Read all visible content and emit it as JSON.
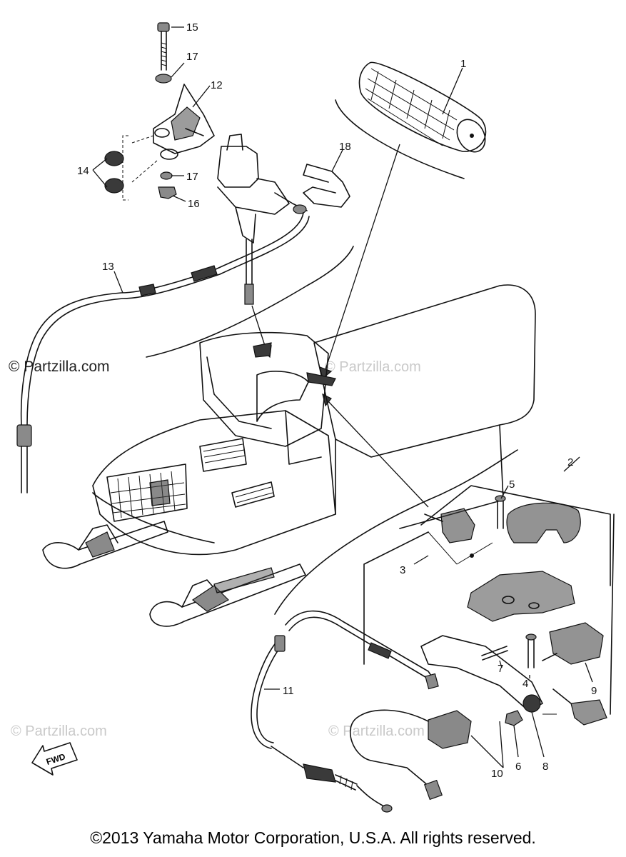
{
  "copyright": "©2013 Yamaha Motor Corporation, U.S.A. All rights reserved.",
  "watermark": "© Partzilla.com",
  "fwd_label": "FWD",
  "callouts": [
    "1",
    "2",
    "3",
    "4",
    "5",
    "6",
    "7",
    "8",
    "9",
    "10",
    "11",
    "12",
    "13",
    "14",
    "15",
    "16",
    "17",
    "17",
    "18"
  ]
}
